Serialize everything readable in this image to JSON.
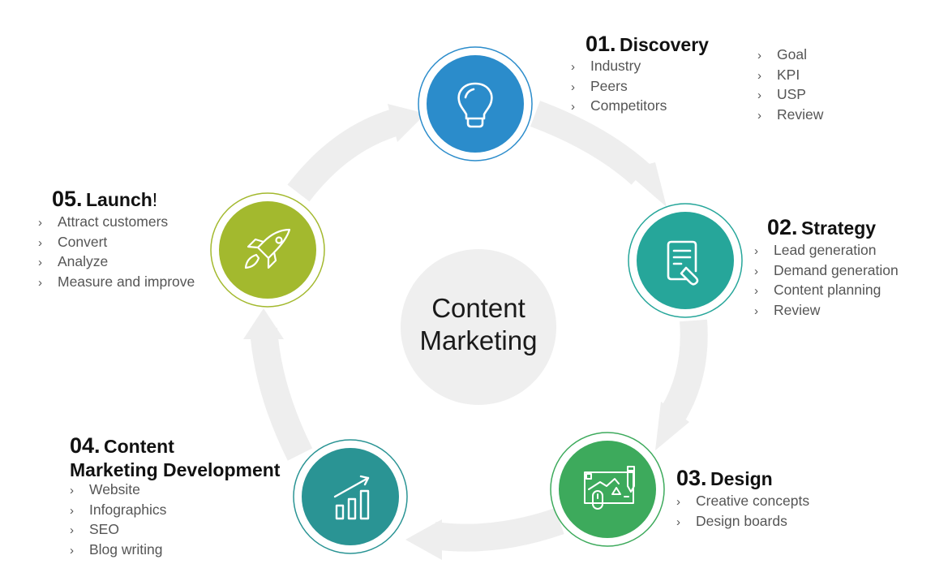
{
  "center": {
    "line1": "Content",
    "line2": "Marketing",
    "fill": "#efefef"
  },
  "steps": [
    {
      "number": "01.",
      "name": "Discovery",
      "color": "#2b8ccb",
      "icon": "lightbulb-icon",
      "bullets_col1": [
        "Industry",
        "Peers",
        "Competitors"
      ],
      "bullets_col2": [
        "Goal",
        "KPI",
        "USP",
        "Review"
      ]
    },
    {
      "number": "02.",
      "name": "Strategy",
      "color": "#26a69a",
      "icon": "document-edit-icon",
      "bullets": [
        "Lead generation",
        "Demand generation",
        "Content planning",
        "Review"
      ]
    },
    {
      "number": "03.",
      "name": "Design",
      "color": "#3daa5c",
      "icon": "design-board-icon",
      "bullets": [
        "Creative concepts",
        "Design boards"
      ]
    },
    {
      "number": "04.",
      "name_line1": "Content",
      "name_line2": "Marketing Development",
      "color": "#2a9494",
      "icon": "growth-chart-icon",
      "bullets": [
        "Website",
        "Infographics",
        "SEO",
        "Blog writing"
      ]
    },
    {
      "number": "05.",
      "name": "Launch",
      "suffix": "!",
      "color": "#a3b92e",
      "icon": "rocket-icon",
      "bullets": [
        "Attract customers",
        "Convert",
        "Analyze",
        "Measure and improve"
      ]
    }
  ],
  "bullet_glyph": "›",
  "arrow_color": "#eeeeee"
}
